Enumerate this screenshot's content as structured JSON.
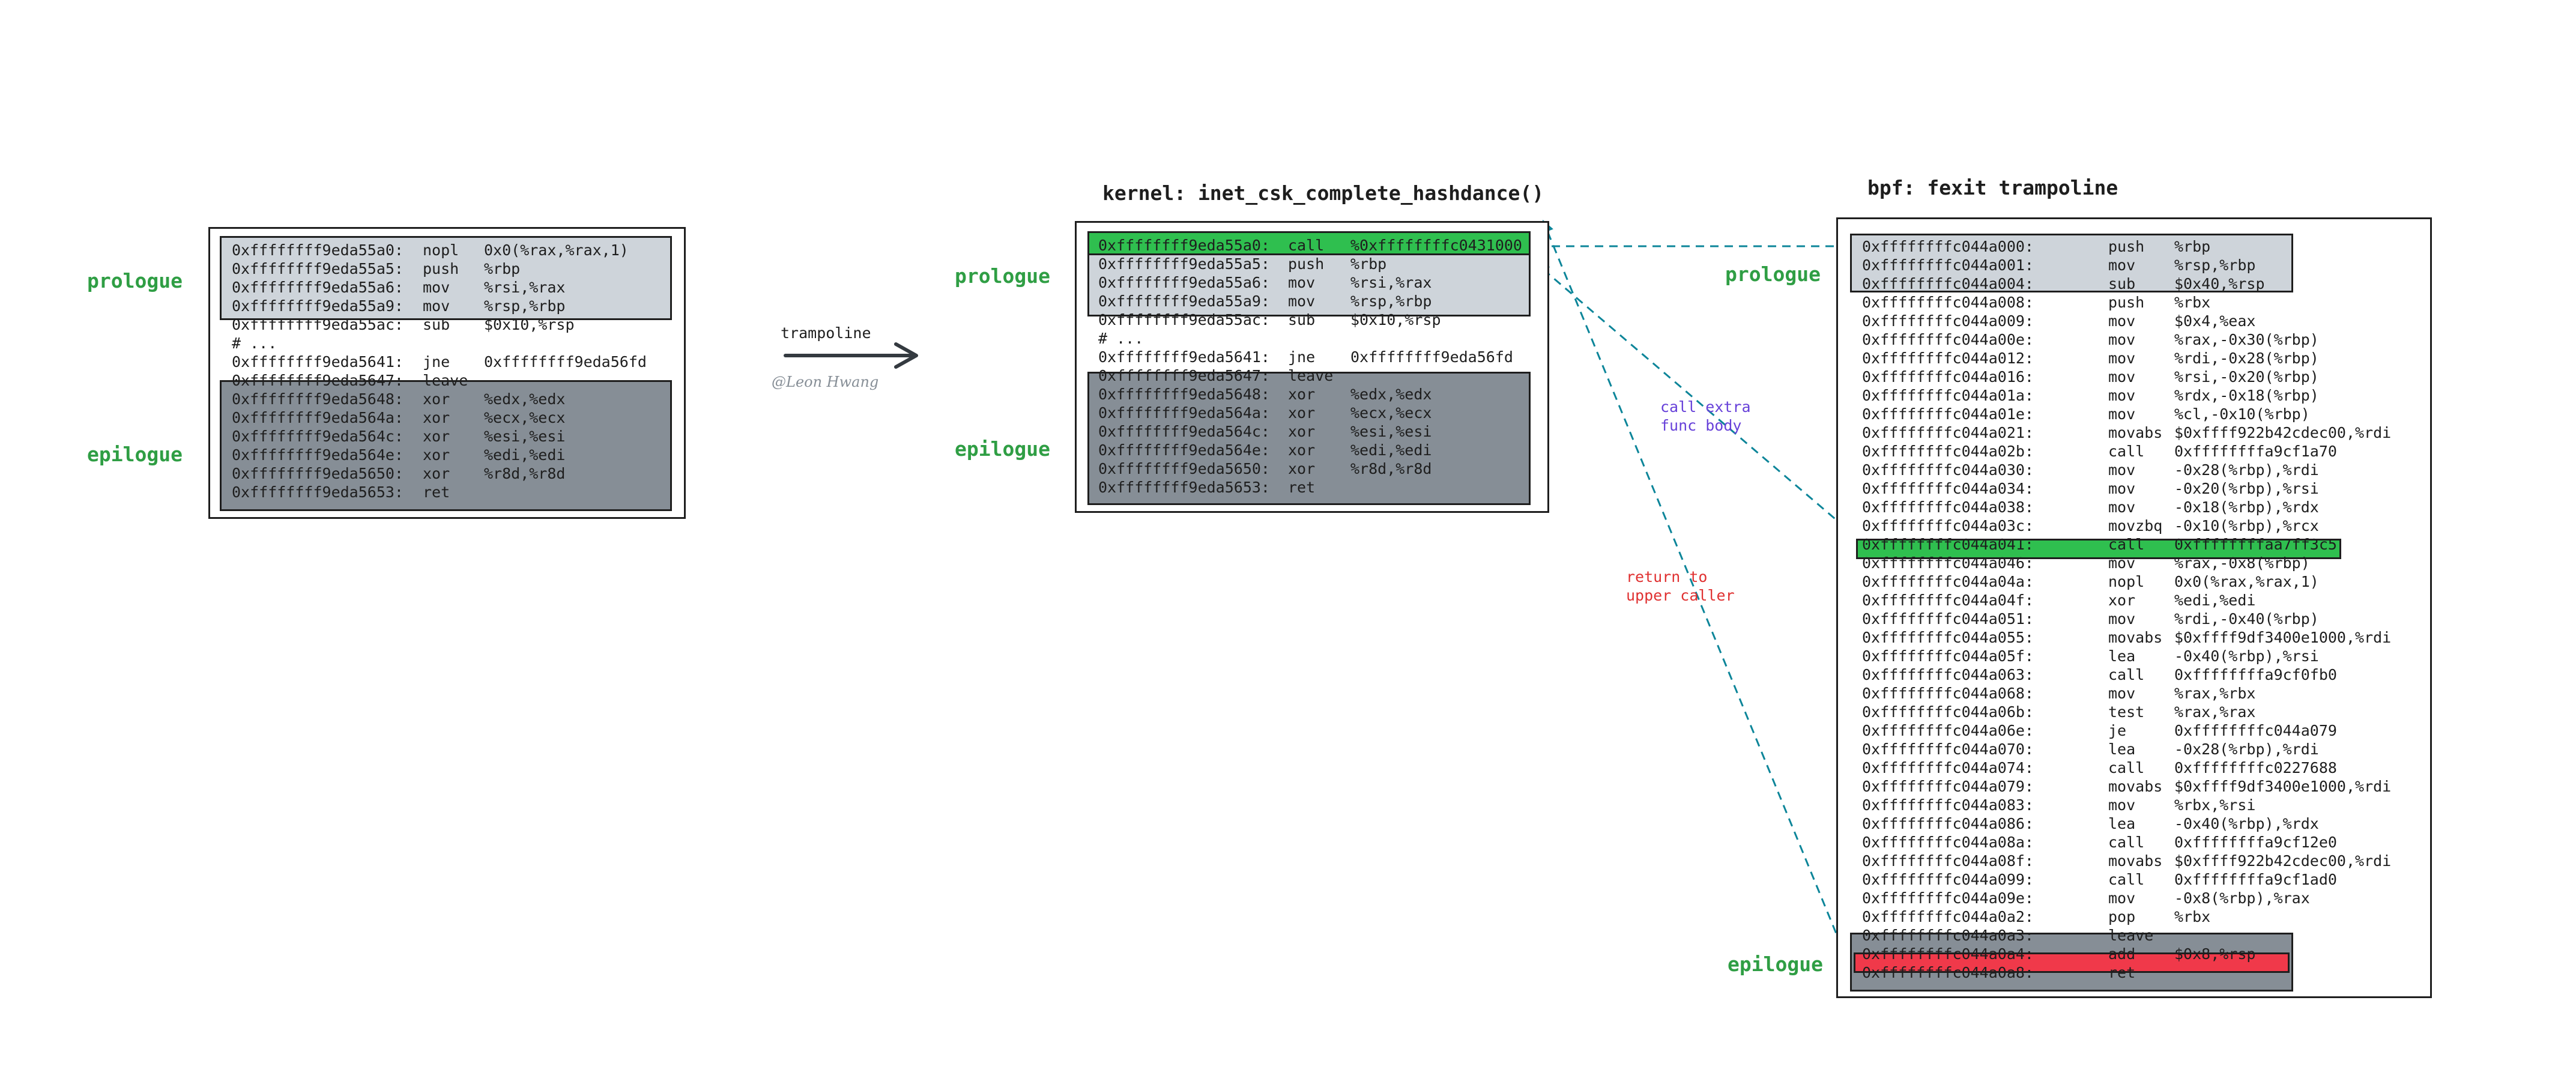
{
  "labels": {
    "prologue": "prologue",
    "epilogue": "epilogue",
    "trampoline": "trampoline",
    "author": "@Leon Hwang"
  },
  "kernel": {
    "title": "kernel: inet_csk_complete_hashdance()"
  },
  "bpf": {
    "title": "bpf: fexit trampoline"
  },
  "notes": {
    "call_extra": "call extra\nfunc body",
    "return_to": "return to\nupper caller"
  },
  "colors": {
    "prologue_label": "#2f9e44",
    "light_block": "#ced4da",
    "dark_block": "#868e96",
    "call_block": "#2fbf4f",
    "add_block": "#f0394a",
    "arrow": "#0c8599",
    "note_blue": "#6741d9",
    "note_red": "#e03131"
  },
  "original": [
    [
      "0xffffffff9eda55a0:",
      "nopl",
      "0x0(%rax,%rax,1)"
    ],
    [
      "0xffffffff9eda55a5:",
      "push",
      "%rbp"
    ],
    [
      "0xffffffff9eda55a6:",
      "mov",
      "%rsi,%rax"
    ],
    [
      "0xffffffff9eda55a9:",
      "mov",
      "%rsp,%rbp"
    ],
    [
      "0xffffffff9eda55ac:",
      "sub",
      "$0x10,%rsp"
    ],
    [
      "# ...",
      "",
      ""
    ],
    [
      "0xffffffff9eda5641:",
      "jne",
      "0xffffffff9eda56fd"
    ],
    [
      "0xffffffff9eda5647:",
      "leave",
      ""
    ],
    [
      "0xffffffff9eda5648:",
      "xor",
      "%edx,%edx"
    ],
    [
      "0xffffffff9eda564a:",
      "xor",
      "%ecx,%ecx"
    ],
    [
      "0xffffffff9eda564c:",
      "xor",
      "%esi,%esi"
    ],
    [
      "0xffffffff9eda564e:",
      "xor",
      "%edi,%edi"
    ],
    [
      "0xffffffff9eda5650:",
      "xor",
      "%r8d,%r8d"
    ],
    [
      "0xffffffff9eda5653:",
      "ret",
      ""
    ]
  ],
  "patched": [
    [
      "0xffffffff9eda55a0:",
      "call",
      "%0xffffffffc0431000"
    ],
    [
      "0xffffffff9eda55a5:",
      "push",
      "%rbp"
    ],
    [
      "0xffffffff9eda55a6:",
      "mov",
      "%rsi,%rax"
    ],
    [
      "0xffffffff9eda55a9:",
      "mov",
      "%rsp,%rbp"
    ],
    [
      "0xffffffff9eda55ac:",
      "sub",
      "$0x10,%rsp"
    ],
    [
      "# ...",
      "",
      ""
    ],
    [
      "0xffffffff9eda5641:",
      "jne",
      "0xffffffff9eda56fd"
    ],
    [
      "0xffffffff9eda5647:",
      "leave",
      ""
    ],
    [
      "0xffffffff9eda5648:",
      "xor",
      "%edx,%edx"
    ],
    [
      "0xffffffff9eda564a:",
      "xor",
      "%ecx,%ecx"
    ],
    [
      "0xffffffff9eda564c:",
      "xor",
      "%esi,%esi"
    ],
    [
      "0xffffffff9eda564e:",
      "xor",
      "%edi,%edi"
    ],
    [
      "0xffffffff9eda5650:",
      "xor",
      "%r8d,%r8d"
    ],
    [
      "0xffffffff9eda5653:",
      "ret",
      ""
    ]
  ],
  "trampoline": [
    [
      "0xffffffffc044a000:",
      "push",
      "%rbp"
    ],
    [
      "0xffffffffc044a001:",
      "mov",
      "%rsp,%rbp"
    ],
    [
      "0xffffffffc044a004:",
      "sub",
      "$0x40,%rsp"
    ],
    [
      "0xffffffffc044a008:",
      "push",
      "%rbx"
    ],
    [
      "0xffffffffc044a009:",
      "mov",
      "$0x4,%eax"
    ],
    [
      "0xffffffffc044a00e:",
      "mov",
      "%rax,-0x30(%rbp)"
    ],
    [
      "0xffffffffc044a012:",
      "mov",
      "%rdi,-0x28(%rbp)"
    ],
    [
      "0xffffffffc044a016:",
      "mov",
      "%rsi,-0x20(%rbp)"
    ],
    [
      "0xffffffffc044a01a:",
      "mov",
      "%rdx,-0x18(%rbp)"
    ],
    [
      "0xffffffffc044a01e:",
      "mov",
      "%cl,-0x10(%rbp)"
    ],
    [
      "0xffffffffc044a021:",
      "movabs",
      "$0xffff922b42cdec00,%rdi"
    ],
    [
      "0xffffffffc044a02b:",
      "call",
      "0xffffffffa9cf1a70"
    ],
    [
      "0xffffffffc044a030:",
      "mov",
      "-0x28(%rbp),%rdi"
    ],
    [
      "0xffffffffc044a034:",
      "mov",
      "-0x20(%rbp),%rsi"
    ],
    [
      "0xffffffffc044a038:",
      "mov",
      "-0x18(%rbp),%rdx"
    ],
    [
      "0xffffffffc044a03c:",
      "movzbq",
      "-0x10(%rbp),%rcx"
    ],
    [
      "0xffffffffc044a041:",
      "call",
      "0xffffffffaa7ff3c5"
    ],
    [
      "0xffffffffc044a046:",
      "mov",
      "%rax,-0x8(%rbp)"
    ],
    [
      "0xffffffffc044a04a:",
      "nopl",
      "0x0(%rax,%rax,1)"
    ],
    [
      "0xffffffffc044a04f:",
      "xor",
      "%edi,%edi"
    ],
    [
      "0xffffffffc044a051:",
      "mov",
      "%rdi,-0x40(%rbp)"
    ],
    [
      "0xffffffffc044a055:",
      "movabs",
      "$0xffff9df3400e1000,%rdi"
    ],
    [
      "0xffffffffc044a05f:",
      "lea",
      "-0x40(%rbp),%rsi"
    ],
    [
      "0xffffffffc044a063:",
      "call",
      "0xffffffffa9cf0fb0"
    ],
    [
      "0xffffffffc044a068:",
      "mov",
      "%rax,%rbx"
    ],
    [
      "0xffffffffc044a06b:",
      "test",
      "%rax,%rax"
    ],
    [
      "0xffffffffc044a06e:",
      "je",
      "0xffffffffc044a079"
    ],
    [
      "0xffffffffc044a070:",
      "lea",
      "-0x28(%rbp),%rdi"
    ],
    [
      "0xffffffffc044a074:",
      "call",
      "0xffffffffc0227688"
    ],
    [
      "0xffffffffc044a079:",
      "movabs",
      "$0xffff9df3400e1000,%rdi"
    ],
    [
      "0xffffffffc044a083:",
      "mov",
      "%rbx,%rsi"
    ],
    [
      "0xffffffffc044a086:",
      "lea",
      "-0x40(%rbp),%rdx"
    ],
    [
      "0xffffffffc044a08a:",
      "call",
      "0xffffffffa9cf12e0"
    ],
    [
      "0xffffffffc044a08f:",
      "movabs",
      "$0xffff922b42cdec00,%rdi"
    ],
    [
      "0xffffffffc044a099:",
      "call",
      "0xffffffffa9cf1ad0"
    ],
    [
      "0xffffffffc044a09e:",
      "mov",
      "-0x8(%rbp),%rax"
    ],
    [
      "0xffffffffc044a0a2:",
      "pop",
      "%rbx"
    ],
    [
      "0xffffffffc044a0a3:",
      "leave",
      ""
    ],
    [
      "0xffffffffc044a0a4:",
      "add",
      "$0x8,%rsp"
    ],
    [
      "0xffffffffc044a0a8:",
      "ret",
      ""
    ]
  ]
}
